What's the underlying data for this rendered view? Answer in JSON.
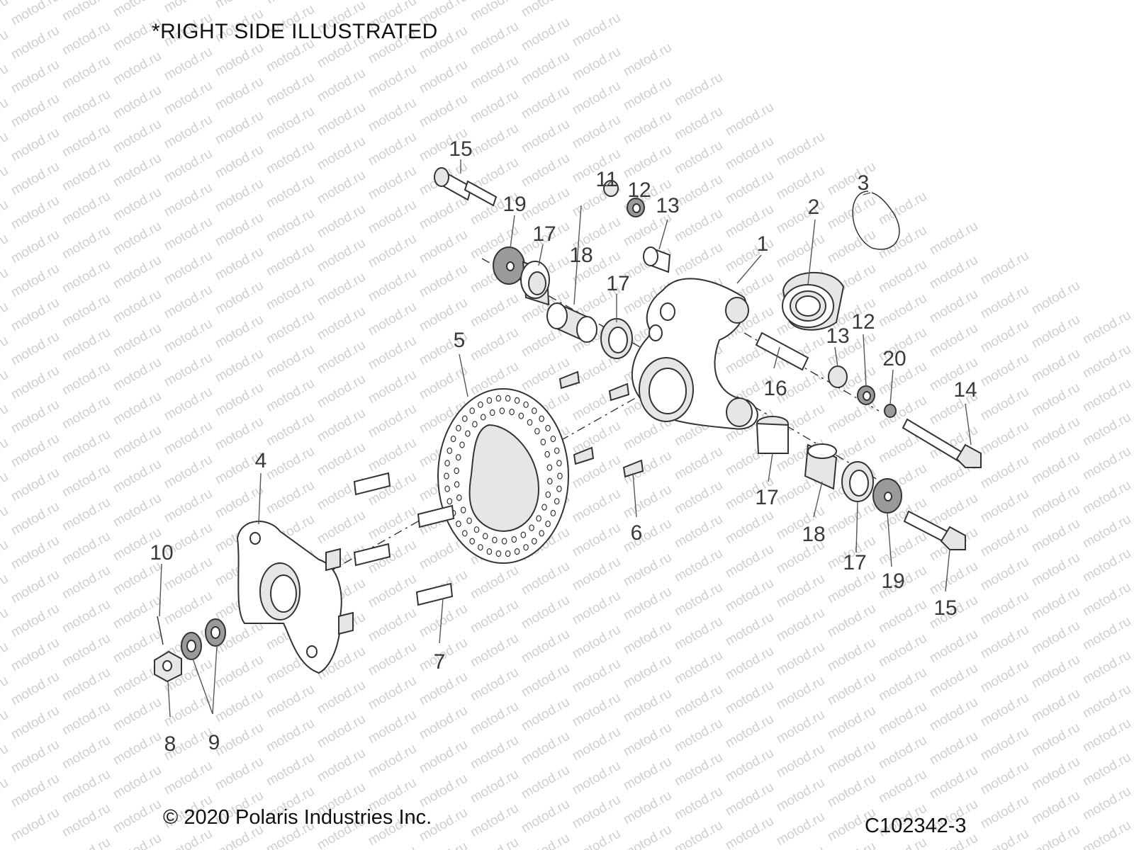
{
  "note": "*RIGHT SIDE ILLUSTRATED",
  "copyright": "© 2020 Polaris Industries Inc.",
  "figure_id": "C102342-3",
  "watermark": "motod.ru",
  "callouts": {
    "c1": "1",
    "c2": "2",
    "c3": "3",
    "c4": "4",
    "c5": "5",
    "c6": "6",
    "c7": "7",
    "c8": "8",
    "c9": "9",
    "c10": "10",
    "c11": "11",
    "c12a": "12",
    "c12b": "12",
    "c13a": "13",
    "c13b": "13",
    "c14": "14",
    "c15a": "15",
    "c15b": "15",
    "c16": "16",
    "c17a": "17",
    "c17b": "17",
    "c17c": "17",
    "c17d": "17",
    "c18a": "18",
    "c18b": "18",
    "c19a": "19",
    "c19b": "19",
    "c20": "20"
  }
}
